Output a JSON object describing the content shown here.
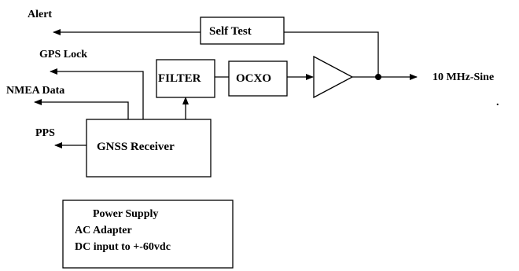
{
  "diagram": {
    "outputs": {
      "alert": "Alert",
      "gps_lock": "GPS Lock",
      "nmea_data": "NMEA Data",
      "pps": "PPS",
      "sine_out": "10 MHz-Sine"
    },
    "blocks": {
      "self_test": "Self Test",
      "filter": "FILTER",
      "ocxo": "OCXO",
      "gnss_receiver": "GNSS Receiver"
    },
    "power_supply": {
      "title": "Power Supply",
      "line1": "AC Adapter",
      "line2": "DC input to +-60vdc"
    },
    "stray_mark": "."
  }
}
